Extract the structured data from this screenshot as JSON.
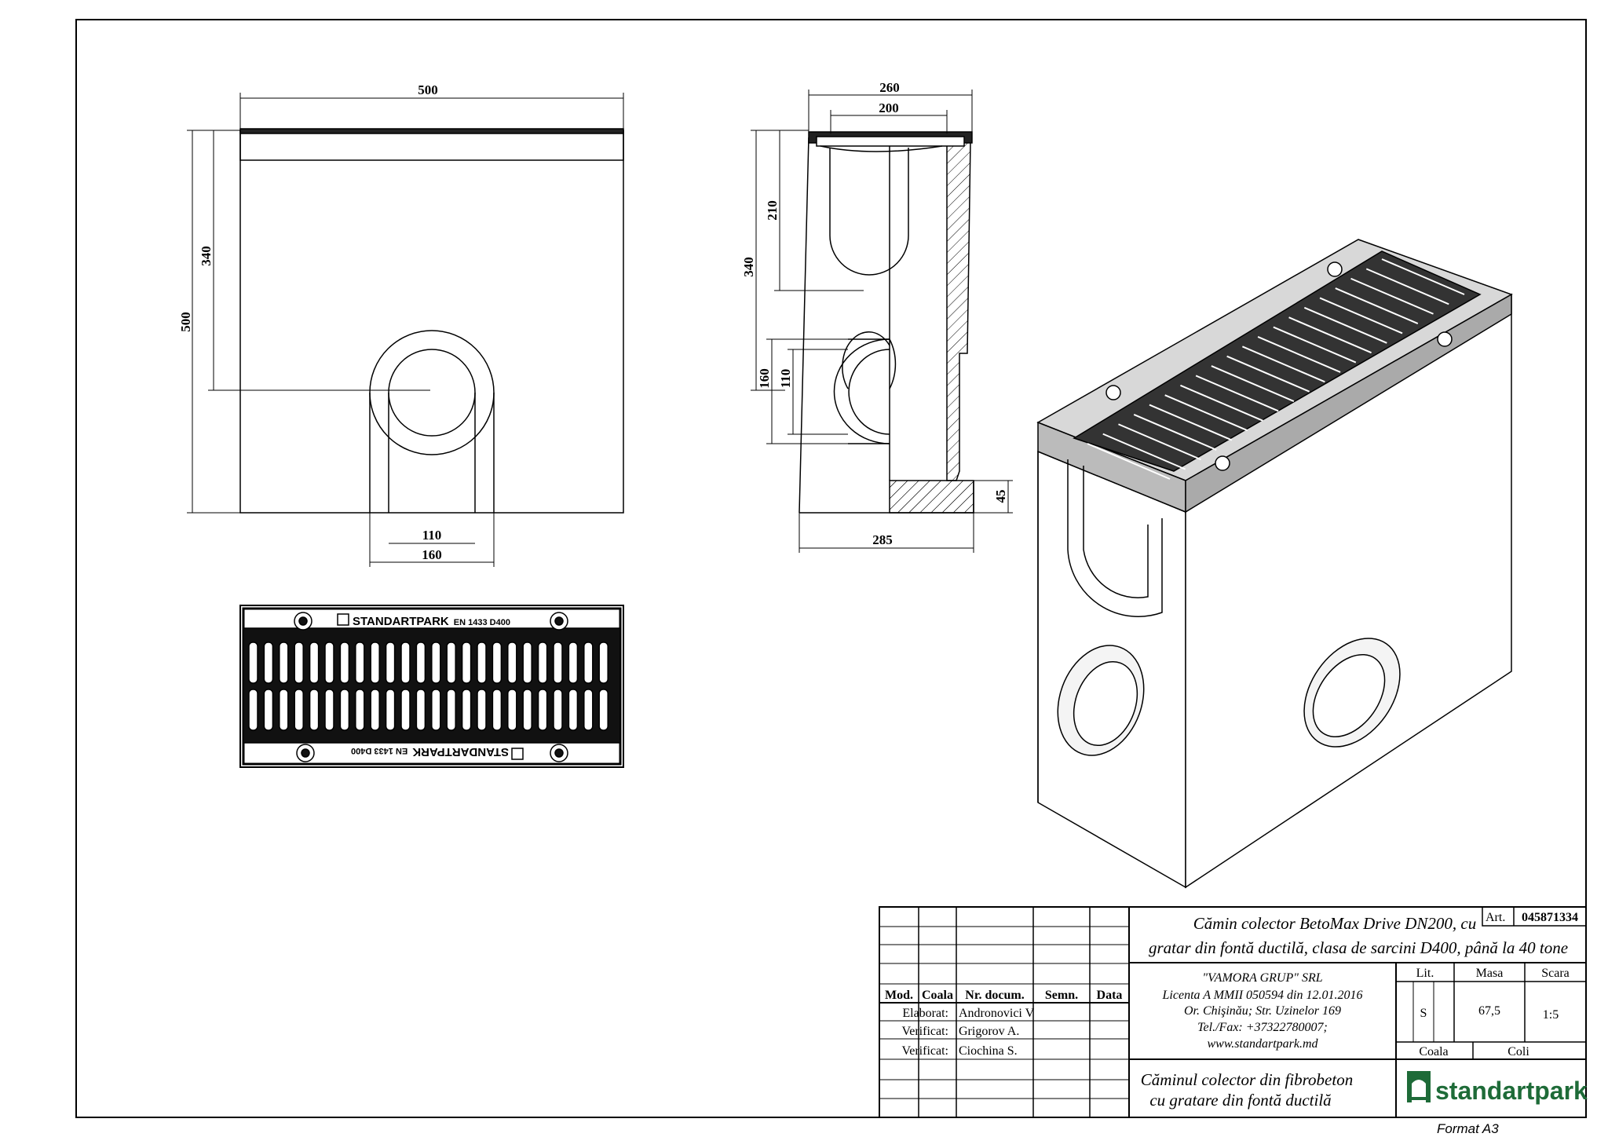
{
  "dimensions": {
    "front_width": "500",
    "front_height_total": "500",
    "front_height_axis": "340",
    "front_inner_dia": "110",
    "front_outer_dia": "160",
    "side_width_top": "260",
    "side_width_inner": "200",
    "side_depth_210": "210",
    "side_height_340": "340",
    "side_outer_dia": "160",
    "side_inner_dia": "110",
    "side_bottom": "45",
    "side_base_width": "285"
  },
  "grating": {
    "brand": "STANDARTPARK",
    "standard": "EN 1433 D400"
  },
  "title_block": {
    "art_label": "Art.",
    "art_number": "045871334",
    "title_line1": "Cămin colector BetoMax Drive DN200, cu",
    "title_line2": "gratar din fontă ductilă, clasa de sarcini D400,  până la 40 tone",
    "headers": {
      "mod": "Mod.",
      "coala": "Coala",
      "nr_docum": "Nr. docum.",
      "semn": "Semn.",
      "data": "Data"
    },
    "rows": [
      {
        "role": "Elaborat:",
        "name": "Andronovici V"
      },
      {
        "role": "Verificat:",
        "name": "Grigorov A."
      },
      {
        "role": "Verificat:",
        "name": "Ciochina S."
      }
    ],
    "company": {
      "name": "\"VAMORA GRUP\" SRL",
      "license": "Licenta A MMII 050594 din 12.01.2016",
      "address": "Or. Chişinău; Str. Uzinelor 169",
      "phone": "Tel./Fax: +37322780007;",
      "web": "www.standartpark.md"
    },
    "lit_label": "Lit.",
    "masa_label": "Masa",
    "scara_label": "Scara",
    "lit_value": "S",
    "masa_value": "67,5",
    "scara_value": "1:5",
    "coala_label": "Coala",
    "coli_label": "Coli",
    "subtitle_line1": "Căminul colector din fibrobeton",
    "subtitle_line2": "cu gratare din fontă ductilă",
    "logo_text": "standartpark"
  },
  "format_label": "Format A3"
}
